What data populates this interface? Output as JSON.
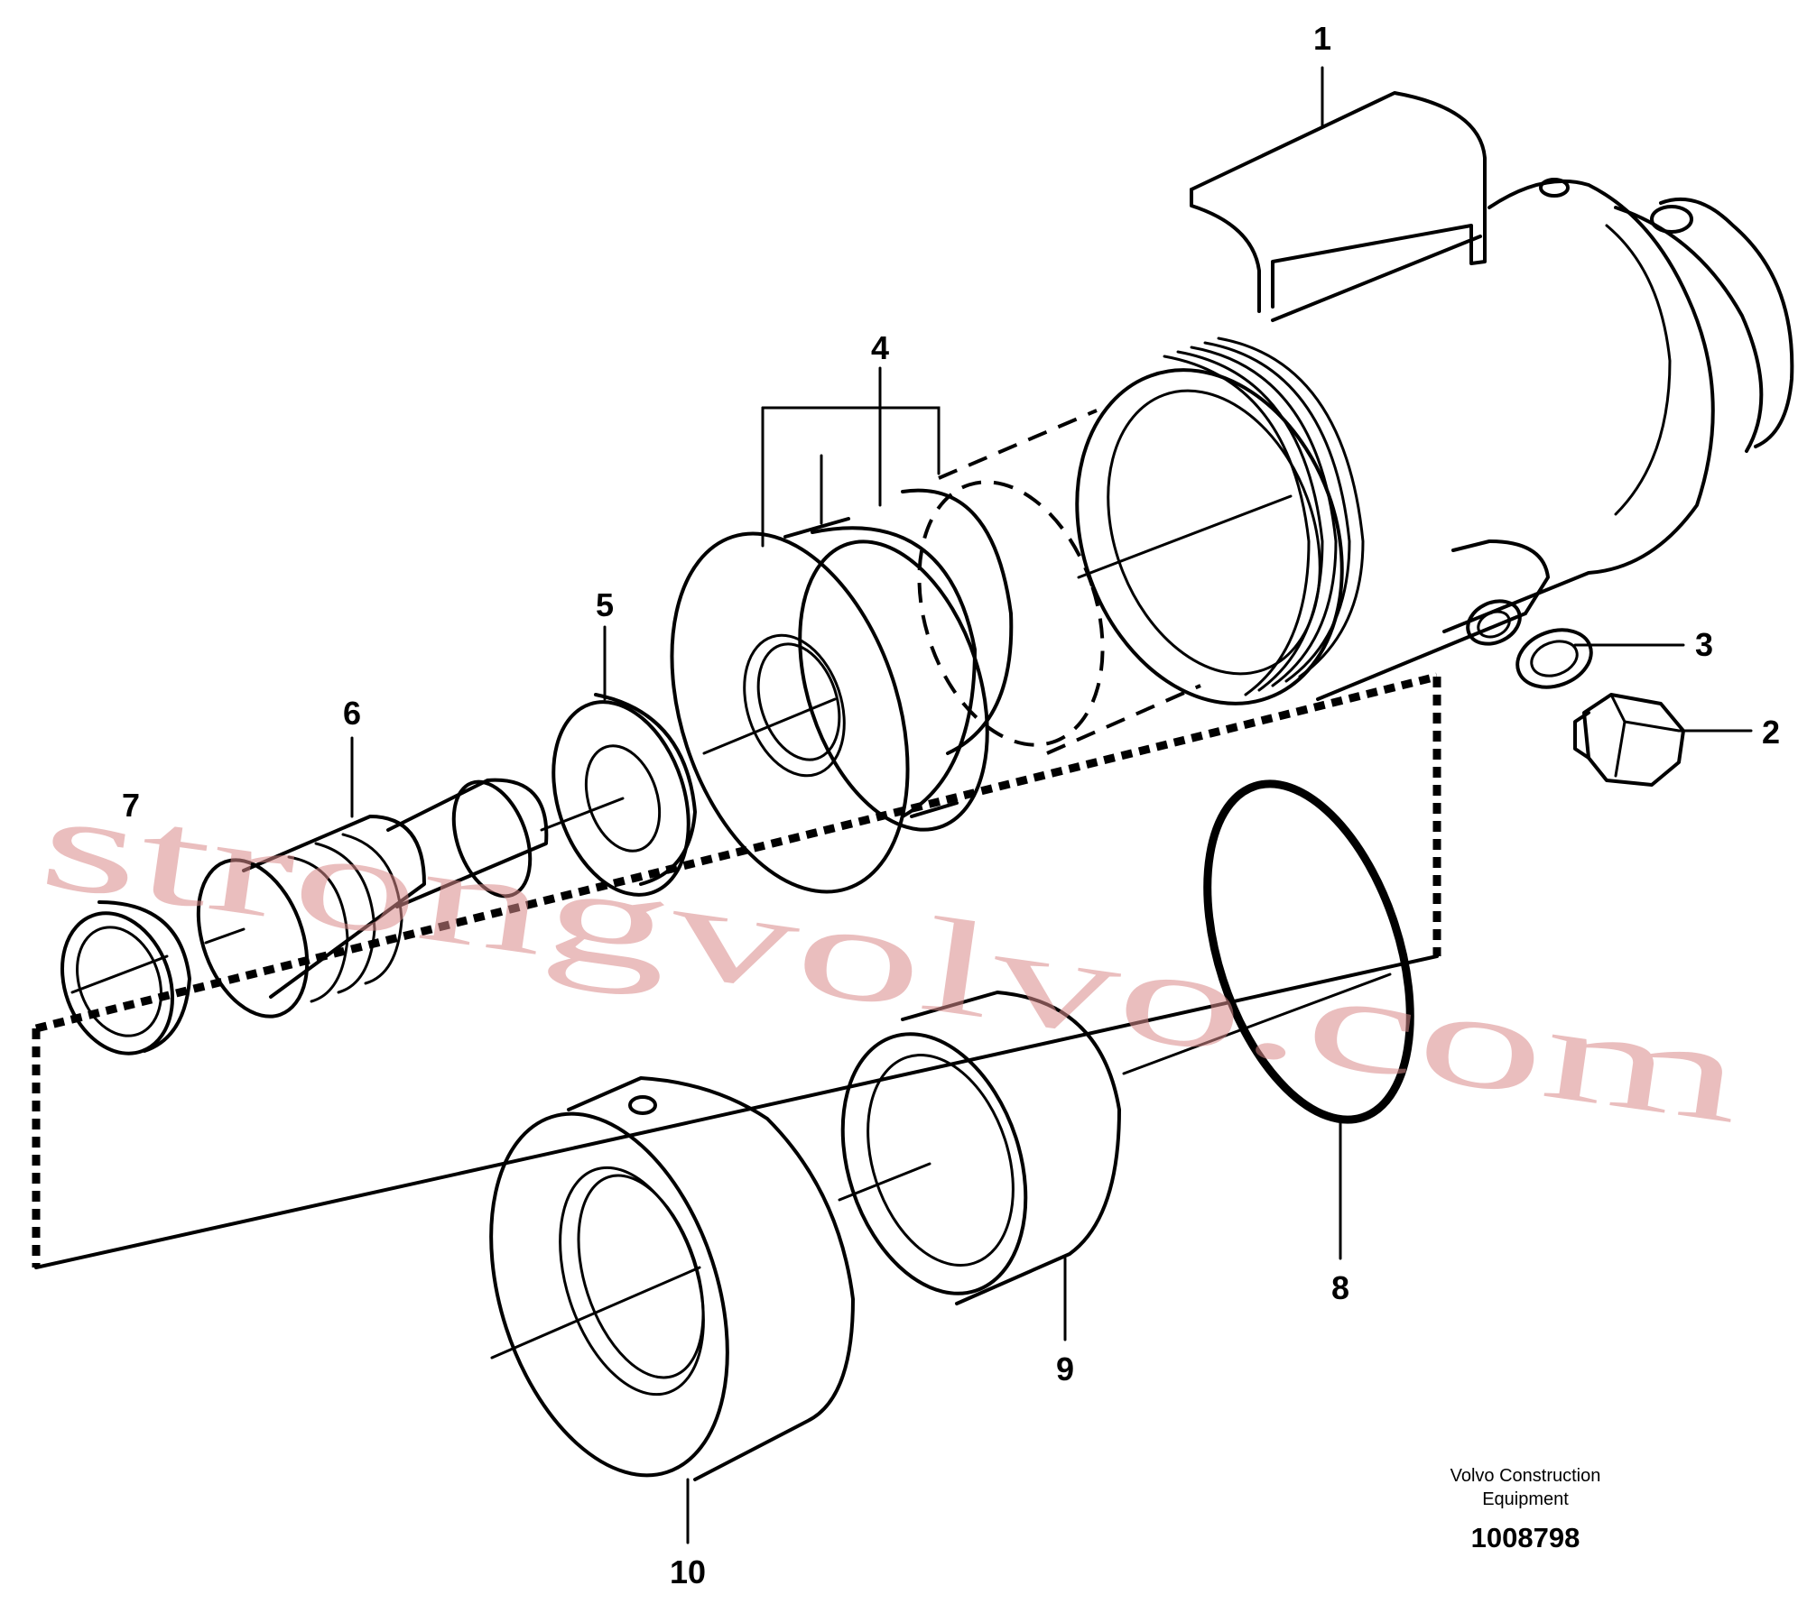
{
  "callouts": [
    "1",
    "2",
    "3",
    "4",
    "5",
    "6",
    "7",
    "8",
    "9",
    "10"
  ],
  "footer": {
    "credit_line1": "Volvo Construction",
    "credit_line2": "Equipment",
    "document_number": "1008798"
  },
  "watermark": {
    "text": "strongvolvo.com",
    "color": "#d98a8a"
  }
}
